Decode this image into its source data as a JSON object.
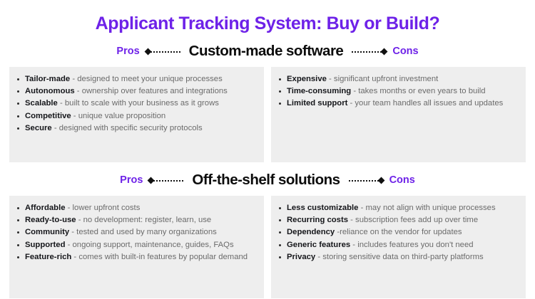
{
  "title": "Applicant Tracking System: Buy or Build?",
  "theme": {
    "accent_purple": "#6E22E8",
    "panel_bg": "#eeeeee",
    "term_color": "#15161a",
    "desc_color": "#6b6b6b",
    "page_bg": "#ffffff"
  },
  "sections": [
    {
      "pros_label": "Pros",
      "cons_label": "Cons",
      "title": "Custom-made software",
      "pros": [
        {
          "term": "Tailor-made",
          "desc": " - designed to meet your unique processes"
        },
        {
          "term": " Autonomous",
          "desc": " - ownership over features and integrations"
        },
        {
          "term": " Scalable",
          "desc": " - built to scale with your business as it grows"
        },
        {
          "term": "Competitive",
          "desc": " - unique value proposition"
        },
        {
          "term": " Secure",
          "desc": " - designed with specific security protocols"
        }
      ],
      "cons": [
        {
          "term": "Expensive",
          "desc": " - significant upfront investment"
        },
        {
          "term": "Time-consuming",
          "desc": " - takes months or even years to build"
        },
        {
          "term": "Limited support",
          "desc": " - your team handles all issues and updates"
        }
      ]
    },
    {
      "pros_label": "Pros",
      "cons_label": "Cons",
      "title": "Off-the-shelf solutions",
      "pros": [
        {
          "term": "Affordable",
          "desc": " - lower upfront costs"
        },
        {
          "term": "Ready-to-use",
          "desc": " - no development: register, learn, use"
        },
        {
          "term": "Community",
          "desc": " - tested and used by many organizations"
        },
        {
          "term": "Supported",
          "desc": " - ongoing support, maintenance, guides, FAQs"
        },
        {
          "term": "Feature-rich",
          "desc": " - comes with built-in features by popular demand"
        }
      ],
      "cons": [
        {
          "term": "Less customizable",
          "desc": " - may not align with unique processes"
        },
        {
          "term": "Recurring costs",
          "desc": " - subscription fees add up over time"
        },
        {
          "term": "Dependency",
          "desc": " -reliance on the vendor for updates"
        },
        {
          "term": "Generic features",
          "desc": " - includes features you don't need"
        },
        {
          "term": "Privacy",
          "desc": " - storing sensitive data on third-party platforms"
        }
      ]
    }
  ]
}
